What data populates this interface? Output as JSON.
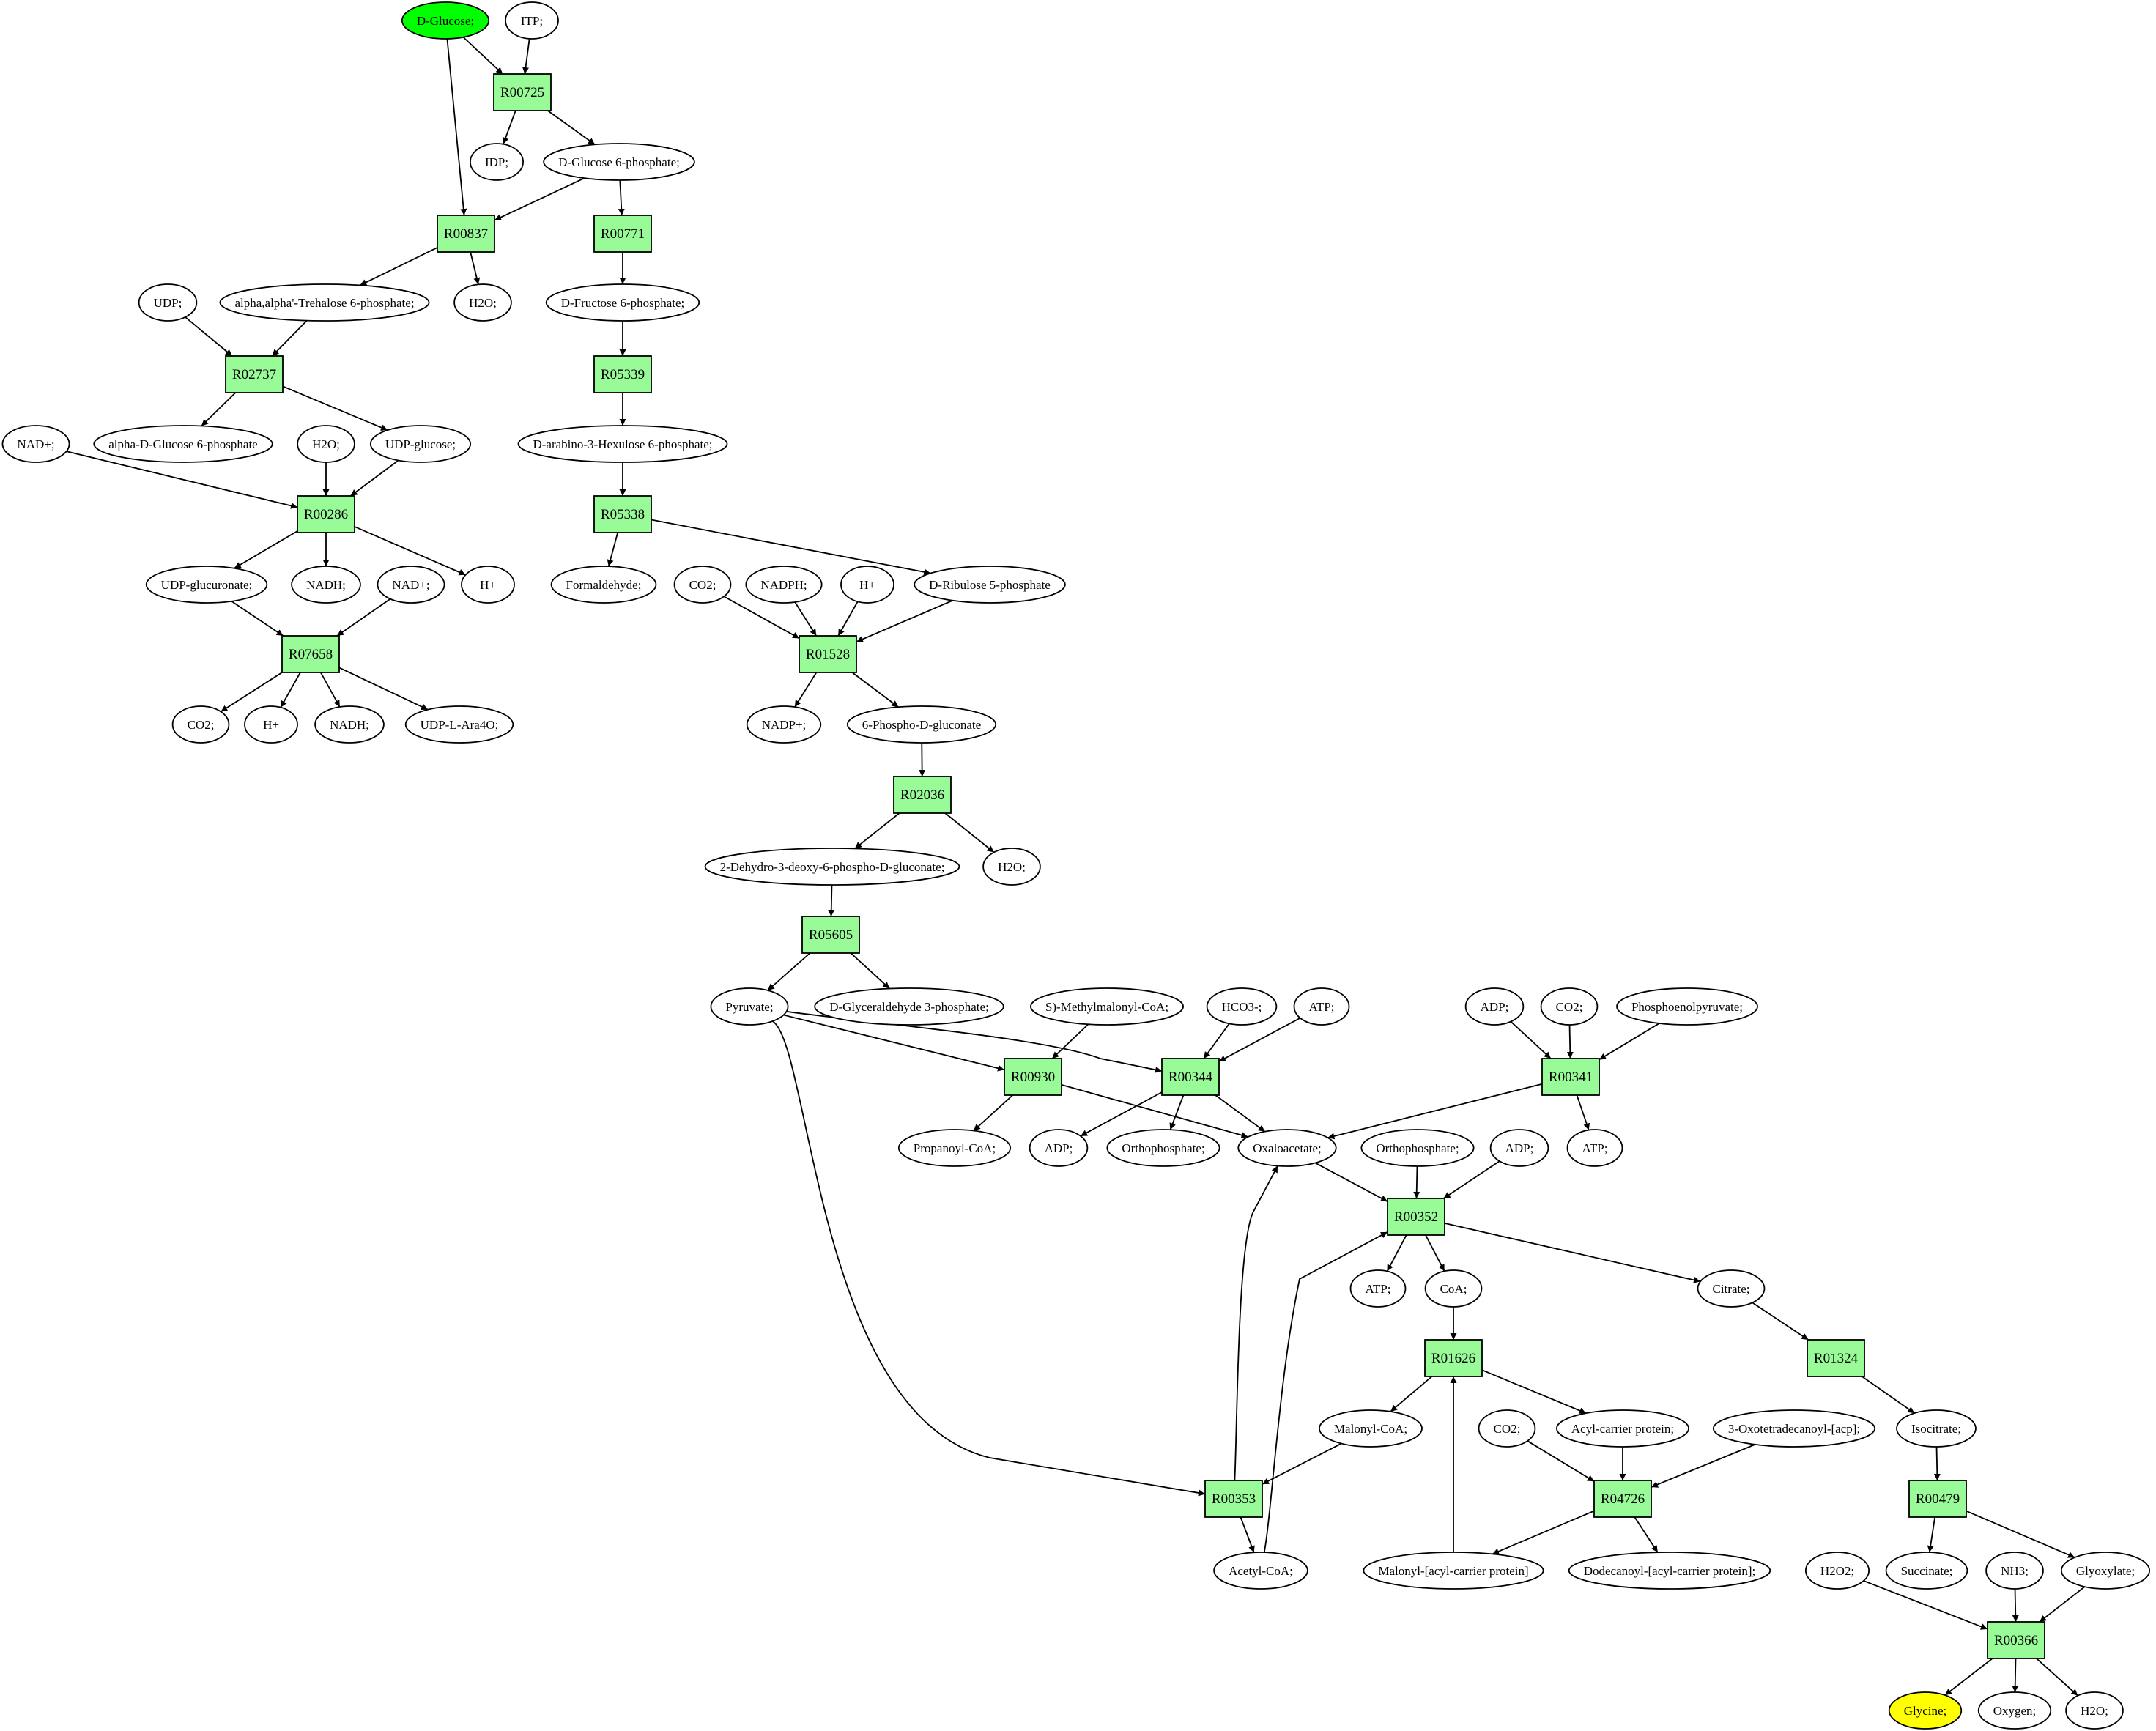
{
  "diagram": {
    "type": "metabolic-pathway-graph",
    "colors": {
      "reaction_fill": "#98fb98",
      "compound_fill": "#ffffff",
      "source_fill": "#00ff00",
      "target_fill": "#ffff00",
      "stroke": "#000000"
    },
    "reactions": [
      {
        "id": "R00725",
        "label": "R00725"
      },
      {
        "id": "R00837",
        "label": "R00837"
      },
      {
        "id": "R00771",
        "label": "R00771"
      },
      {
        "id": "R02737",
        "label": "R02737"
      },
      {
        "id": "R05339",
        "label": "R05339"
      },
      {
        "id": "R00286",
        "label": "R00286"
      },
      {
        "id": "R05338",
        "label": "R05338"
      },
      {
        "id": "R07658",
        "label": "R07658"
      },
      {
        "id": "R01528",
        "label": "R01528"
      },
      {
        "id": "R02036",
        "label": "R02036"
      },
      {
        "id": "R05605",
        "label": "R05605"
      },
      {
        "id": "R00930",
        "label": "R00930"
      },
      {
        "id": "R00344",
        "label": "R00344"
      },
      {
        "id": "R00341",
        "label": "R00341"
      },
      {
        "id": "R00352",
        "label": "R00352"
      },
      {
        "id": "R01626",
        "label": "R01626"
      },
      {
        "id": "R01324",
        "label": "R01324"
      },
      {
        "id": "R00353",
        "label": "R00353"
      },
      {
        "id": "R04726",
        "label": "R04726"
      },
      {
        "id": "R00479",
        "label": "R00479"
      },
      {
        "id": "R00366",
        "label": "R00366"
      }
    ],
    "compounds": [
      {
        "id": "c_glucose",
        "label": "D-Glucose;",
        "role": "source"
      },
      {
        "id": "c_itp",
        "label": "ITP;"
      },
      {
        "id": "c_idp",
        "label": "IDP;"
      },
      {
        "id": "c_g6p",
        "label": "D-Glucose 6-phosphate;"
      },
      {
        "id": "c_udp",
        "label": "UDP;"
      },
      {
        "id": "c_trehalose6p",
        "label": "alpha,alpha'-Trehalose 6-phosphate;"
      },
      {
        "id": "c_h2o_a",
        "label": "H2O;"
      },
      {
        "id": "c_f6p",
        "label": "D-Fructose 6-phosphate;"
      },
      {
        "id": "c_nadp_a",
        "label": "NAD+;"
      },
      {
        "id": "c_adg6p",
        "label": "alpha-D-Glucose 6-phosphate"
      },
      {
        "id": "c_h2o_b",
        "label": "H2O;"
      },
      {
        "id": "c_udpglucose",
        "label": "UDP-glucose;"
      },
      {
        "id": "c_hexulose6p",
        "label": "D-arabino-3-Hexulose 6-phosphate;"
      },
      {
        "id": "c_udpglucuronate",
        "label": "UDP-glucuronate;"
      },
      {
        "id": "c_nadh_a",
        "label": "NADH;"
      },
      {
        "id": "c_nad_b",
        "label": "NAD+;"
      },
      {
        "id": "c_hplus_a",
        "label": "H+"
      },
      {
        "id": "c_formaldehyde",
        "label": "Formaldehyde;"
      },
      {
        "id": "c_co2_a",
        "label": "CO2;"
      },
      {
        "id": "c_nadph",
        "label": "NADPH;"
      },
      {
        "id": "c_hplus_b",
        "label": "H+"
      },
      {
        "id": "c_ribulose5p",
        "label": "D-Ribulose 5-phosphate"
      },
      {
        "id": "c_co2_b",
        "label": "CO2;"
      },
      {
        "id": "c_hplus_c",
        "label": "H+"
      },
      {
        "id": "c_nadh_b",
        "label": "NADH;"
      },
      {
        "id": "c_udpara4o",
        "label": "UDP-L-Ara4O;"
      },
      {
        "id": "c_nadpplus",
        "label": "NADP+;"
      },
      {
        "id": "c_6pgluconate",
        "label": "6-Phospho-D-gluconate"
      },
      {
        "id": "c_kdpg",
        "label": "2-Dehydro-3-deoxy-6-phospho-D-gluconate;"
      },
      {
        "id": "c_h2o_c",
        "label": "H2O;"
      },
      {
        "id": "c_pyruvate",
        "label": "Pyruvate;"
      },
      {
        "id": "c_g3p",
        "label": "D-Glyceraldehyde 3-phosphate;"
      },
      {
        "id": "c_methylmalonyl",
        "label": "S)-Methylmalonyl-CoA;"
      },
      {
        "id": "c_hco3",
        "label": "HCO3-;"
      },
      {
        "id": "c_atp_a",
        "label": "ATP;"
      },
      {
        "id": "c_adp_a",
        "label": "ADP;"
      },
      {
        "id": "c_co2_c",
        "label": "CO2;"
      },
      {
        "id": "c_pep",
        "label": "Phosphoenolpyruvate;"
      },
      {
        "id": "c_propanoylcoa",
        "label": "Propanoyl-CoA;"
      },
      {
        "id": "c_adp_b",
        "label": "ADP;"
      },
      {
        "id": "c_orthophosphate_a",
        "label": "Orthophosphate;"
      },
      {
        "id": "c_oxaloacetate",
        "label": "Oxaloacetate;"
      },
      {
        "id": "c_orthophosphate_b",
        "label": "Orthophosphate;"
      },
      {
        "id": "c_adp_c",
        "label": "ADP;"
      },
      {
        "id": "c_atp_b",
        "label": "ATP;"
      },
      {
        "id": "c_atp_c",
        "label": "ATP;"
      },
      {
        "id": "c_coa",
        "label": "CoA;"
      },
      {
        "id": "c_citrate",
        "label": "Citrate;"
      },
      {
        "id": "c_malonylcoa",
        "label": "Malonyl-CoA;"
      },
      {
        "id": "c_co2_d",
        "label": "CO2;"
      },
      {
        "id": "c_acp",
        "label": "Acyl-carrier protein;"
      },
      {
        "id": "c_oxotetradecanoyl",
        "label": "3-Oxotetradecanoyl-[acp];"
      },
      {
        "id": "c_isocitrate",
        "label": "Isocitrate;"
      },
      {
        "id": "c_acetylcoa",
        "label": "Acetyl-CoA;"
      },
      {
        "id": "c_malonylacp",
        "label": "Malonyl-[acyl-carrier protein]"
      },
      {
        "id": "c_dodecanoylacp",
        "label": "Dodecanoyl-[acyl-carrier protein];"
      },
      {
        "id": "c_h2o2",
        "label": "H2O2;"
      },
      {
        "id": "c_succinate",
        "label": "Succinate;"
      },
      {
        "id": "c_nh3",
        "label": "NH3;"
      },
      {
        "id": "c_glyoxylate",
        "label": "Glyoxylate;"
      },
      {
        "id": "c_glycine",
        "label": "Glycine;",
        "role": "target"
      },
      {
        "id": "c_oxygen",
        "label": "Oxygen;"
      },
      {
        "id": "c_h2o_d",
        "label": "H2O;"
      }
    ],
    "edges": [
      [
        "c_glucose",
        "R00725"
      ],
      [
        "c_itp",
        "R00725"
      ],
      [
        "R00725",
        "c_idp"
      ],
      [
        "R00725",
        "c_g6p"
      ],
      [
        "c_glucose",
        "R00837"
      ],
      [
        "c_g6p",
        "R00837"
      ],
      [
        "c_g6p",
        "R00771"
      ],
      [
        "R00837",
        "c_trehalose6p"
      ],
      [
        "R00837",
        "c_h2o_a"
      ],
      [
        "R00771",
        "c_f6p"
      ],
      [
        "c_udp",
        "R02737"
      ],
      [
        "c_trehalose6p",
        "R02737"
      ],
      [
        "c_f6p",
        "R05339"
      ],
      [
        "R02737",
        "c_adg6p"
      ],
      [
        "R02737",
        "c_udpglucose"
      ],
      [
        "R05339",
        "c_hexulose6p"
      ],
      [
        "c_nadp_a",
        "R00286"
      ],
      [
        "c_h2o_b",
        "R00286"
      ],
      [
        "c_udpglucose",
        "R00286"
      ],
      [
        "c_hexulose6p",
        "R05338"
      ],
      [
        "R00286",
        "c_udpglucuronate"
      ],
      [
        "R00286",
        "c_nadh_a"
      ],
      [
        "R00286",
        "c_hplus_a"
      ],
      [
        "R05338",
        "c_formaldehyde"
      ],
      [
        "R05338",
        "c_ribulose5p"
      ],
      [
        "c_udpglucuronate",
        "R07658"
      ],
      [
        "c_nad_b",
        "R07658"
      ],
      [
        "c_co2_a",
        "R01528"
      ],
      [
        "c_nadph",
        "R01528"
      ],
      [
        "c_hplus_b",
        "R01528"
      ],
      [
        "c_ribulose5p",
        "R01528"
      ],
      [
        "R07658",
        "c_co2_b"
      ],
      [
        "R07658",
        "c_hplus_c"
      ],
      [
        "R07658",
        "c_nadh_b"
      ],
      [
        "R07658",
        "c_udpara4o"
      ],
      [
        "R01528",
        "c_nadpplus"
      ],
      [
        "R01528",
        "c_6pgluconate"
      ],
      [
        "c_6pgluconate",
        "R02036"
      ],
      [
        "R02036",
        "c_kdpg"
      ],
      [
        "R02036",
        "c_h2o_c"
      ],
      [
        "c_kdpg",
        "R05605"
      ],
      [
        "R05605",
        "c_pyruvate"
      ],
      [
        "R05605",
        "c_g3p"
      ],
      [
        "c_pyruvate",
        "R00930"
      ],
      [
        "c_methylmalonyl",
        "R00930"
      ],
      [
        "c_pyruvate",
        "R00344"
      ],
      [
        "c_hco3",
        "R00344"
      ],
      [
        "c_atp_a",
        "R00344"
      ],
      [
        "c_adp_a",
        "R00341"
      ],
      [
        "c_co2_c",
        "R00341"
      ],
      [
        "c_pep",
        "R00341"
      ],
      [
        "R00930",
        "c_propanoylcoa"
      ],
      [
        "R00930",
        "c_oxaloacetate"
      ],
      [
        "R00344",
        "c_adp_b"
      ],
      [
        "R00344",
        "c_orthophosphate_a"
      ],
      [
        "R00344",
        "c_oxaloacetate"
      ],
      [
        "R00341",
        "c_oxaloacetate"
      ],
      [
        "R00341",
        "c_atp_b"
      ],
      [
        "c_oxaloacetate",
        "R00352"
      ],
      [
        "c_orthophosphate_b",
        "R00352"
      ],
      [
        "c_adp_c",
        "R00352"
      ],
      [
        "R00352",
        "c_atp_c"
      ],
      [
        "R00352",
        "c_coa"
      ],
      [
        "R00352",
        "c_citrate"
      ],
      [
        "c_coa",
        "R01626"
      ],
      [
        "c_citrate",
        "R01324"
      ],
      [
        "R01626",
        "c_malonylcoa"
      ],
      [
        "R01626",
        "c_acp"
      ],
      [
        "R01324",
        "c_isocitrate"
      ],
      [
        "c_pyruvate",
        "R00353"
      ],
      [
        "c_malonylcoa",
        "R00353"
      ],
      [
        "c_co2_d",
        "R04726"
      ],
      [
        "c_acp",
        "R04726"
      ],
      [
        "c_oxotetradecanoyl",
        "R04726"
      ],
      [
        "c_isocitrate",
        "R00479"
      ],
      [
        "R00353",
        "c_oxaloacetate"
      ],
      [
        "R00353",
        "c_acetylcoa"
      ],
      [
        "c_acetylcoa",
        "R00352"
      ],
      [
        "R04726",
        "c_malonylacp"
      ],
      [
        "R04726",
        "c_dodecanoylacp"
      ],
      [
        "c_malonylacp",
        "R01626"
      ],
      [
        "R00479",
        "c_succinate"
      ],
      [
        "R00479",
        "c_glyoxylate"
      ],
      [
        "c_h2o2",
        "R00366"
      ],
      [
        "c_nh3",
        "R00366"
      ],
      [
        "c_glyoxylate",
        "R00366"
      ],
      [
        "R00366",
        "c_glycine"
      ],
      [
        "R00366",
        "c_oxygen"
      ],
      [
        "R00366",
        "c_h2o_d"
      ]
    ]
  }
}
